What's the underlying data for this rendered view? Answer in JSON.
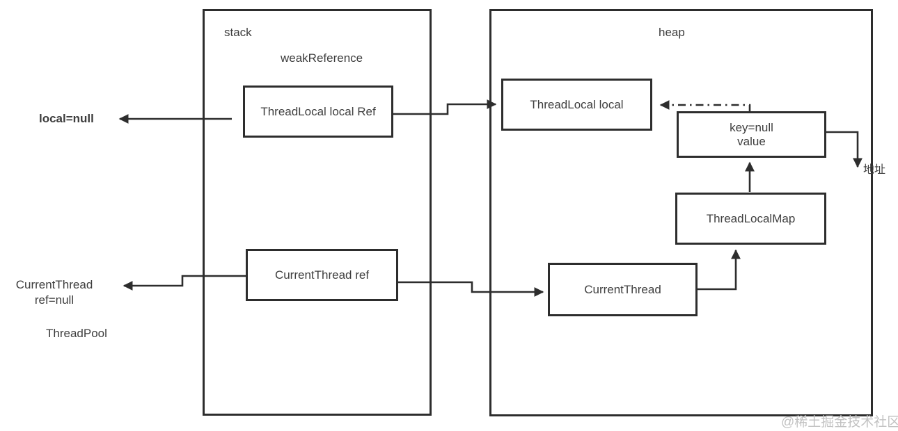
{
  "diagram": {
    "regions": {
      "stack": {
        "label": "stack",
        "sublabel": "weakReference"
      },
      "heap": {
        "label": "heap"
      }
    },
    "nodes": {
      "threadlocal_local_ref": {
        "label": "ThreadLocal local Ref"
      },
      "threadlocal_local": {
        "label": "ThreadLocal local"
      },
      "entry": {
        "line1": "key=null",
        "line2": "value"
      },
      "threadlocalmap": {
        "label": "ThreadLocalMap"
      },
      "current_thread": {
        "label": "CurrentThread"
      },
      "current_thread_ref": {
        "label": "CurrentThread ref"
      }
    },
    "annotations": {
      "local_null": "local=null",
      "current_thread_ref_null_line1": "CurrentThread",
      "current_thread_ref_null_line2": "ref=null",
      "thread_pool": "ThreadPool",
      "address": "地址",
      "watermark": "@稀土掘金技术社区"
    },
    "colors": {
      "line": "#2d2d2d",
      "text": "#3f3f3f",
      "watermark": "#c2c2c2",
      "background": "#ffffff"
    }
  }
}
